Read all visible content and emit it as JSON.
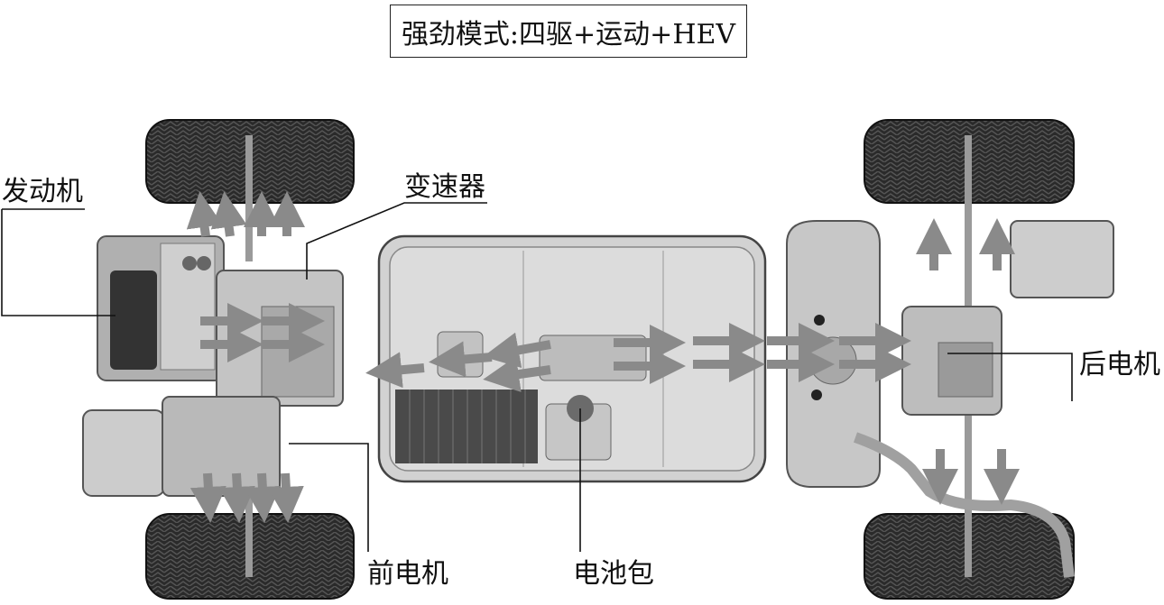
{
  "title": "强劲模式:四驱+运动+HEV",
  "labels": {
    "engine": "发动机",
    "transmission": "变速器",
    "rear_motor": "后电机",
    "front_motor": "前电机",
    "battery_pack": "电池包"
  },
  "colors": {
    "line": "#111111",
    "tire": "#262626",
    "chassis": "#bdbdbd",
    "battery_tray": "#d2d2d2",
    "cells": "#4a4a4a",
    "arrow": "#8a8a8a"
  }
}
